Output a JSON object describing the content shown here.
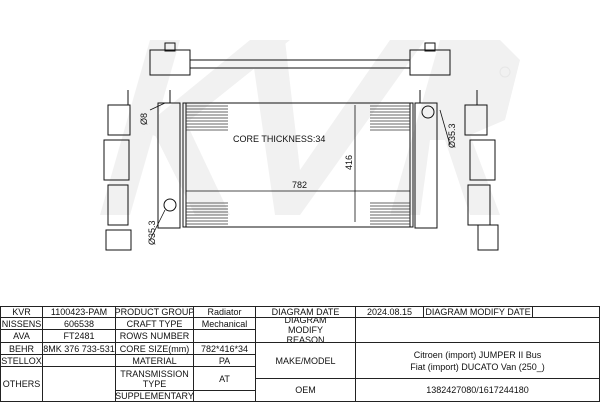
{
  "drawing": {
    "watermark": "KVR",
    "core_thickness_label": "CORE THICKNESS:34",
    "width_dim": "782",
    "height_dim": "416",
    "dia_top": "Ø8",
    "dia_left": "Ø35.3",
    "dia_right": "Ø35.3"
  },
  "table": {
    "kvr_label": "KVR",
    "kvr_value": "1100423-PAM",
    "nissens_label": "NISSENS",
    "nissens_value": "606538",
    "ava_label": "AVA",
    "ava_value": "FT2481",
    "behr_label": "BEHR",
    "behr_value": "8MK 376 733-531",
    "stellox_label": "STELLOX",
    "stellox_value": "",
    "others_label": "OTHERS",
    "others_value": "",
    "product_group_label": "PRODUCT GROUP",
    "product_group_value": "Radiator",
    "craft_type_label": "CRAFT TYPE",
    "craft_type_value": "Mechanical",
    "rows_number_label": "ROWS NUMBER",
    "rows_number_value": "",
    "core_size_label": "CORE SIZE(mm)",
    "core_size_value": "782*416*34",
    "material_label": "MATERIAL",
    "material_value": "PA",
    "transmission_label": "TRANSMISSION TYPE",
    "transmission_value": "AT",
    "supplementary_label": "SUPPLEMENTARY",
    "supplementary_value": "",
    "diagram_date_label": "DIAGRAM DATE",
    "diagram_date_value": "2024.08.15",
    "modify_date_label": "DIAGRAM MODIFY DATE",
    "modify_date_value": "",
    "modify_reason_label": "DIAGRAM MODIFY REASON",
    "modify_reason_value": "",
    "make_model_label": "MAKE/MODEL",
    "make_model_line1": "Citroen (import) JUMPER II Bus",
    "make_model_line2": "Fiat (import) DUCATO Van (250_)",
    "oem_label": "OEM",
    "oem_value": "1382427080/1617244180"
  }
}
